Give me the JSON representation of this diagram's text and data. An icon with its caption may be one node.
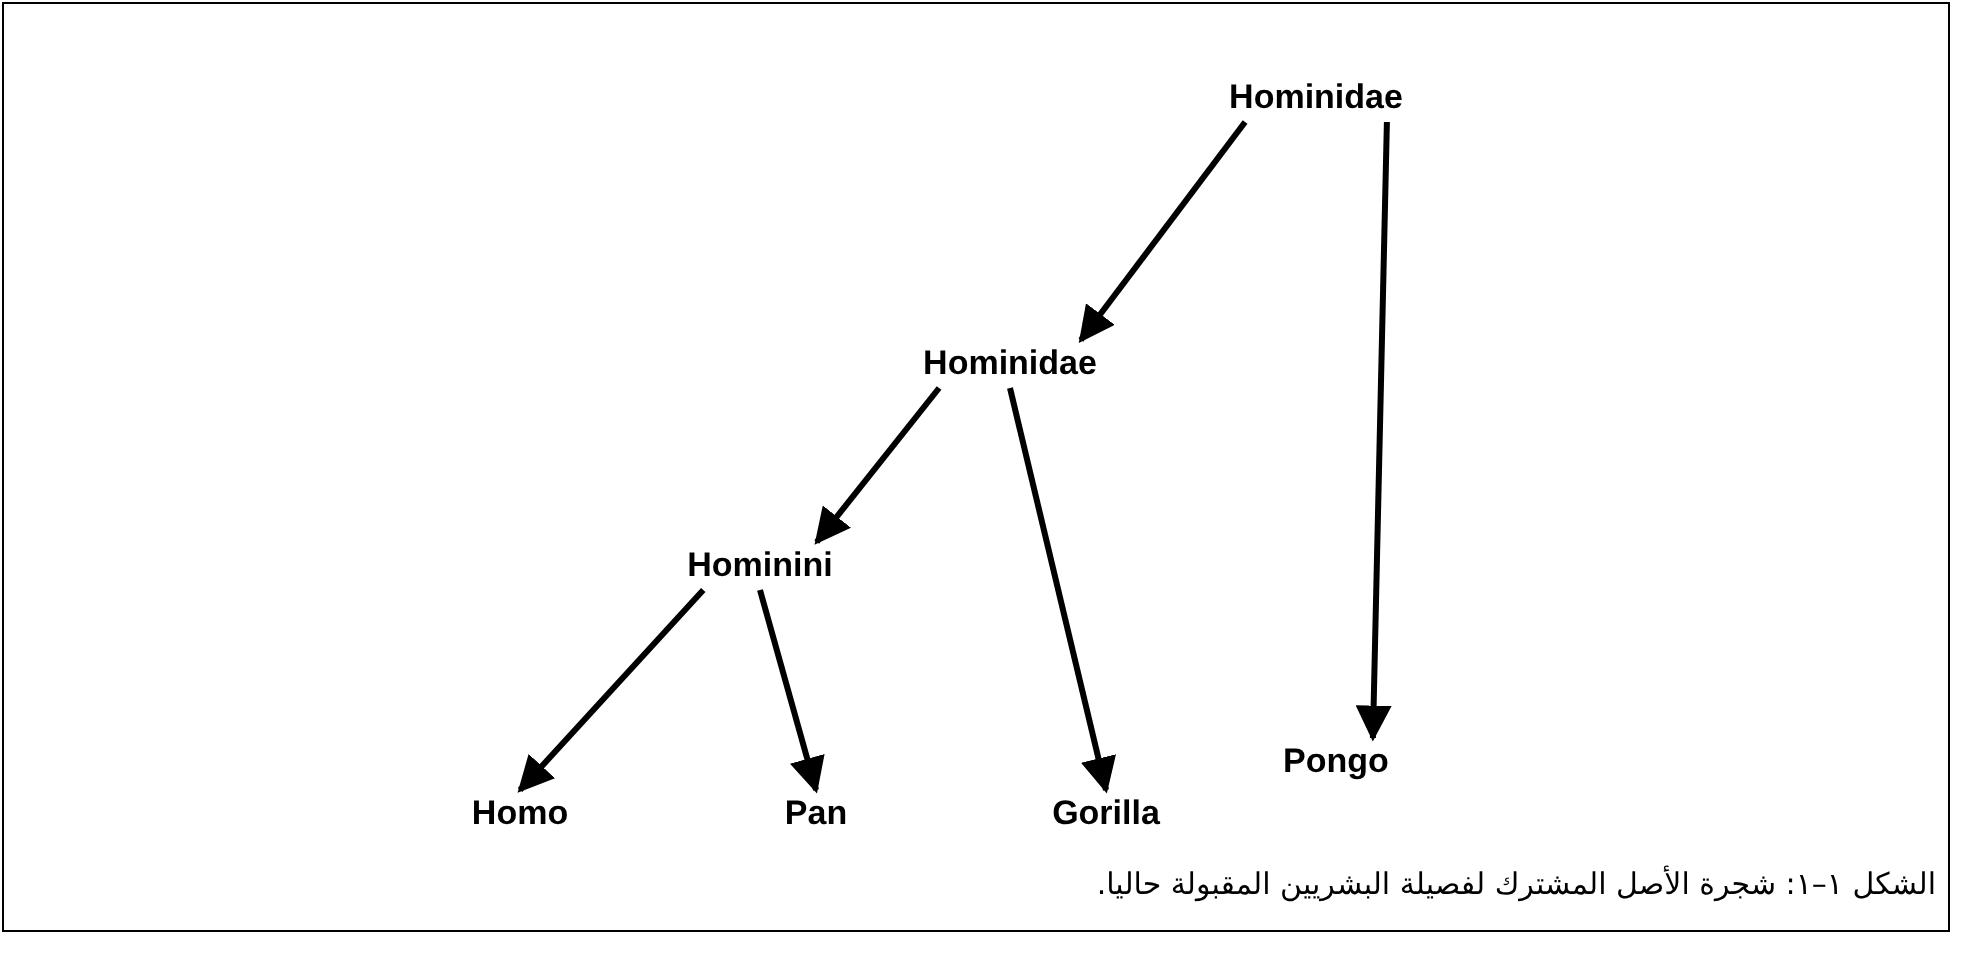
{
  "diagram": {
    "caption": "الشكل ١–١: شجرة الأصل المشترك لفصيلة البشريين المقبولة حاليا.",
    "nodes": [
      {
        "text": [
          "Hominidae"
        ]
      },
      {
        "text": [
          "Hominidae"
        ]
      },
      {
        "text": [
          "Hominini"
        ]
      },
      {
        "text": [
          "Homo"
        ]
      },
      {
        "text": [
          "Pan"
        ]
      },
      {
        "text": [
          "Gorilla"
        ]
      },
      {
        "text": [
          "Pongo"
        ]
      }
    ],
    "edges": [
      {
        "from": 0,
        "to": 1,
        "arrow": "to"
      },
      {
        "from": 0,
        "to": 6,
        "arrow": "to"
      },
      {
        "from": 1,
        "to": 2,
        "arrow": "to"
      },
      {
        "from": 1,
        "to": 5,
        "arrow": "to"
      },
      {
        "from": 2,
        "to": 3,
        "arrow": "to"
      },
      {
        "from": 2,
        "to": 4,
        "arrow": "to"
      }
    ]
  }
}
